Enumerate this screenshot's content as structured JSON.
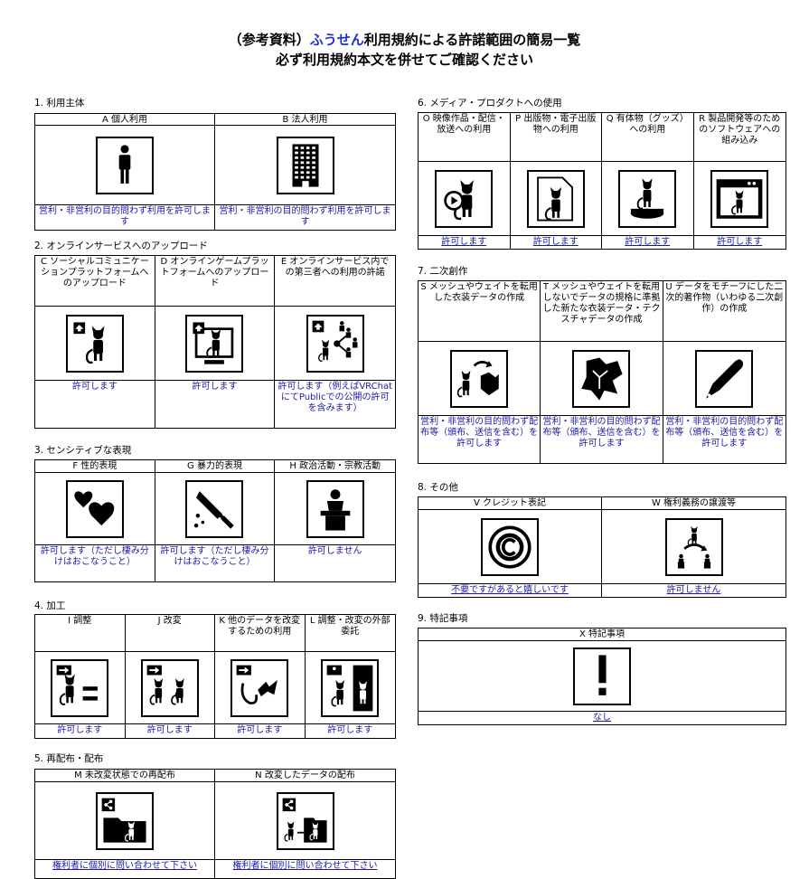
{
  "title": {
    "prefix": "（参考資料）",
    "brand": "ふうせん",
    "suffix": "利用規約による許諾範囲の簡易一覧",
    "line2": "必ず利用規約本文を併せてご確認ください"
  },
  "sections": [
    {
      "label": "1. 利用主体",
      "items": [
        {
          "header": "A 個人利用",
          "icon": "person-icon",
          "permission": "営利・非営利の目的問わず利用を許可します"
        },
        {
          "header": "B 法人利用",
          "icon": "building-icon",
          "permission": "営利・非営利の目的問わず利用を許可します"
        }
      ]
    },
    {
      "label": "2. オンラインサービスへのアップロード",
      "items": [
        {
          "header": "C ソーシャルコミュニケーションプラットフォームへのアップロード",
          "icon": "upload-avatar-icon",
          "permission": "許可します"
        },
        {
          "header": "D オンラインゲームプラットフォームへのアップロード",
          "icon": "upload-monitor-icon",
          "permission": "許可します"
        },
        {
          "header": "E オンラインサービス内での第三者への利用の許諾",
          "icon": "share-third-party-icon",
          "permission": "許可します（例えばVRChatにてPublicでの公開の許可を含みます）"
        }
      ]
    },
    {
      "label": "3. センシティブな表現",
      "items": [
        {
          "header": "F 性的表現",
          "icon": "hearts-icon",
          "permission": "許可します（ただし棲み分けはおこなうこと）"
        },
        {
          "header": "G 暴力的表現",
          "icon": "knife-icon",
          "permission": "許可します（ただし棲み分けはおこなうこと）"
        },
        {
          "header": "H 政治活動・宗教活動",
          "icon": "speaker-podium-icon",
          "permission": "許可しません"
        }
      ]
    },
    {
      "label": "4. 加工",
      "items": [
        {
          "header": "I 調整",
          "icon": "adjust-icon",
          "permission": "許可します"
        },
        {
          "header": "J 改変",
          "icon": "modify-icon",
          "permission": "許可します"
        },
        {
          "header": "K 他のデータを改変するための利用",
          "icon": "modify-other-data-icon",
          "permission": "許可します"
        },
        {
          "header": "L 調整・改変の外部委託",
          "icon": "outsource-icon",
          "permission": "許可します"
        }
      ]
    },
    {
      "label": "5. 再配布・配布",
      "items": [
        {
          "header": "M 未改変状態での再配布",
          "icon": "redistribute-folder-icon",
          "permission": "権利者に個別に問い合わせて下さい"
        },
        {
          "header": "N 改変したデータの配布",
          "icon": "distribute-modified-icon",
          "permission": "権利者に個別に問い合わせて下さい"
        }
      ]
    },
    {
      "label": "6. メディア・プロダクトへの使用",
      "items": [
        {
          "header": "O 映像作品・配信・放送への利用",
          "icon": "video-icon",
          "permission": "許可します"
        },
        {
          "header": "P 出版物・電子出版物への利用",
          "icon": "publication-icon",
          "permission": "許可します"
        },
        {
          "header": "Q 有体物（グッズ）への利用",
          "icon": "figure-goods-icon",
          "permission": "許可します"
        },
        {
          "header": "R 製品開発等のためのソフトウェアへの組み込み",
          "icon": "software-window-icon",
          "permission": "許可します"
        }
      ]
    },
    {
      "label": "7. 二次創作",
      "items": [
        {
          "header": "S メッシュやウェイトを転用した衣装データの作成",
          "icon": "costume-convert-icon",
          "permission": "営利・非営利の目的問わず配布等（頒布、送信を含む）を許可します"
        },
        {
          "header": "T メッシュやウェイトを転用しないでデータの規格に準拠した新たな衣装データ・テクスチャデータの作成",
          "icon": "new-costume-icon",
          "permission": "営利・非営利の目的問わず配布等（頒布、送信を含む）を許可します"
        },
        {
          "header": "U データをモチーフにした二次的著作物（いわゆる二次創作）の作成",
          "icon": "pen-icon",
          "permission": "営利・非営利の目的問わず配布等（頒布、送信を含む）を許可します"
        }
      ]
    },
    {
      "label": "8. その他",
      "items": [
        {
          "header": "V クレジット表記",
          "icon": "copyright-icon",
          "permission": "不要ですがあると嬉しいです"
        },
        {
          "header": "W 権利義務の譲渡等",
          "icon": "rights-transfer-icon",
          "permission": "許可しません"
        }
      ]
    },
    {
      "label": "9. 特記事項",
      "items": [
        {
          "header": "X 特記事項",
          "icon": "exclamation-icon",
          "permission": "なし"
        }
      ]
    }
  ]
}
